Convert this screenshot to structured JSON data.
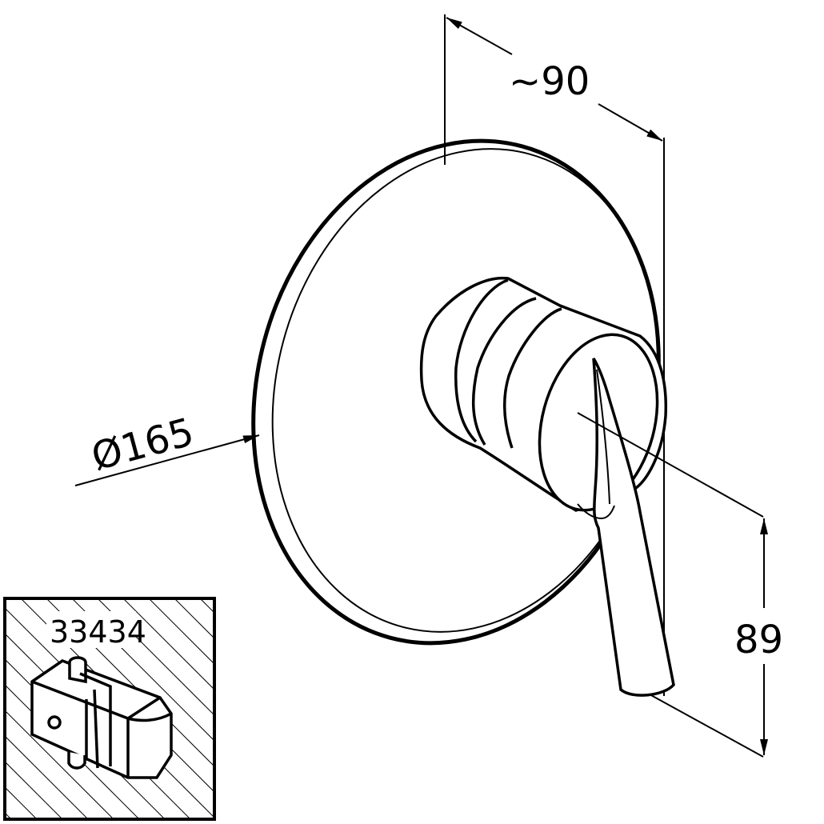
{
  "dimensions": {
    "depth": "~90",
    "diameter": "Ø165",
    "height": "89"
  },
  "inset": {
    "part_number": "33434"
  }
}
